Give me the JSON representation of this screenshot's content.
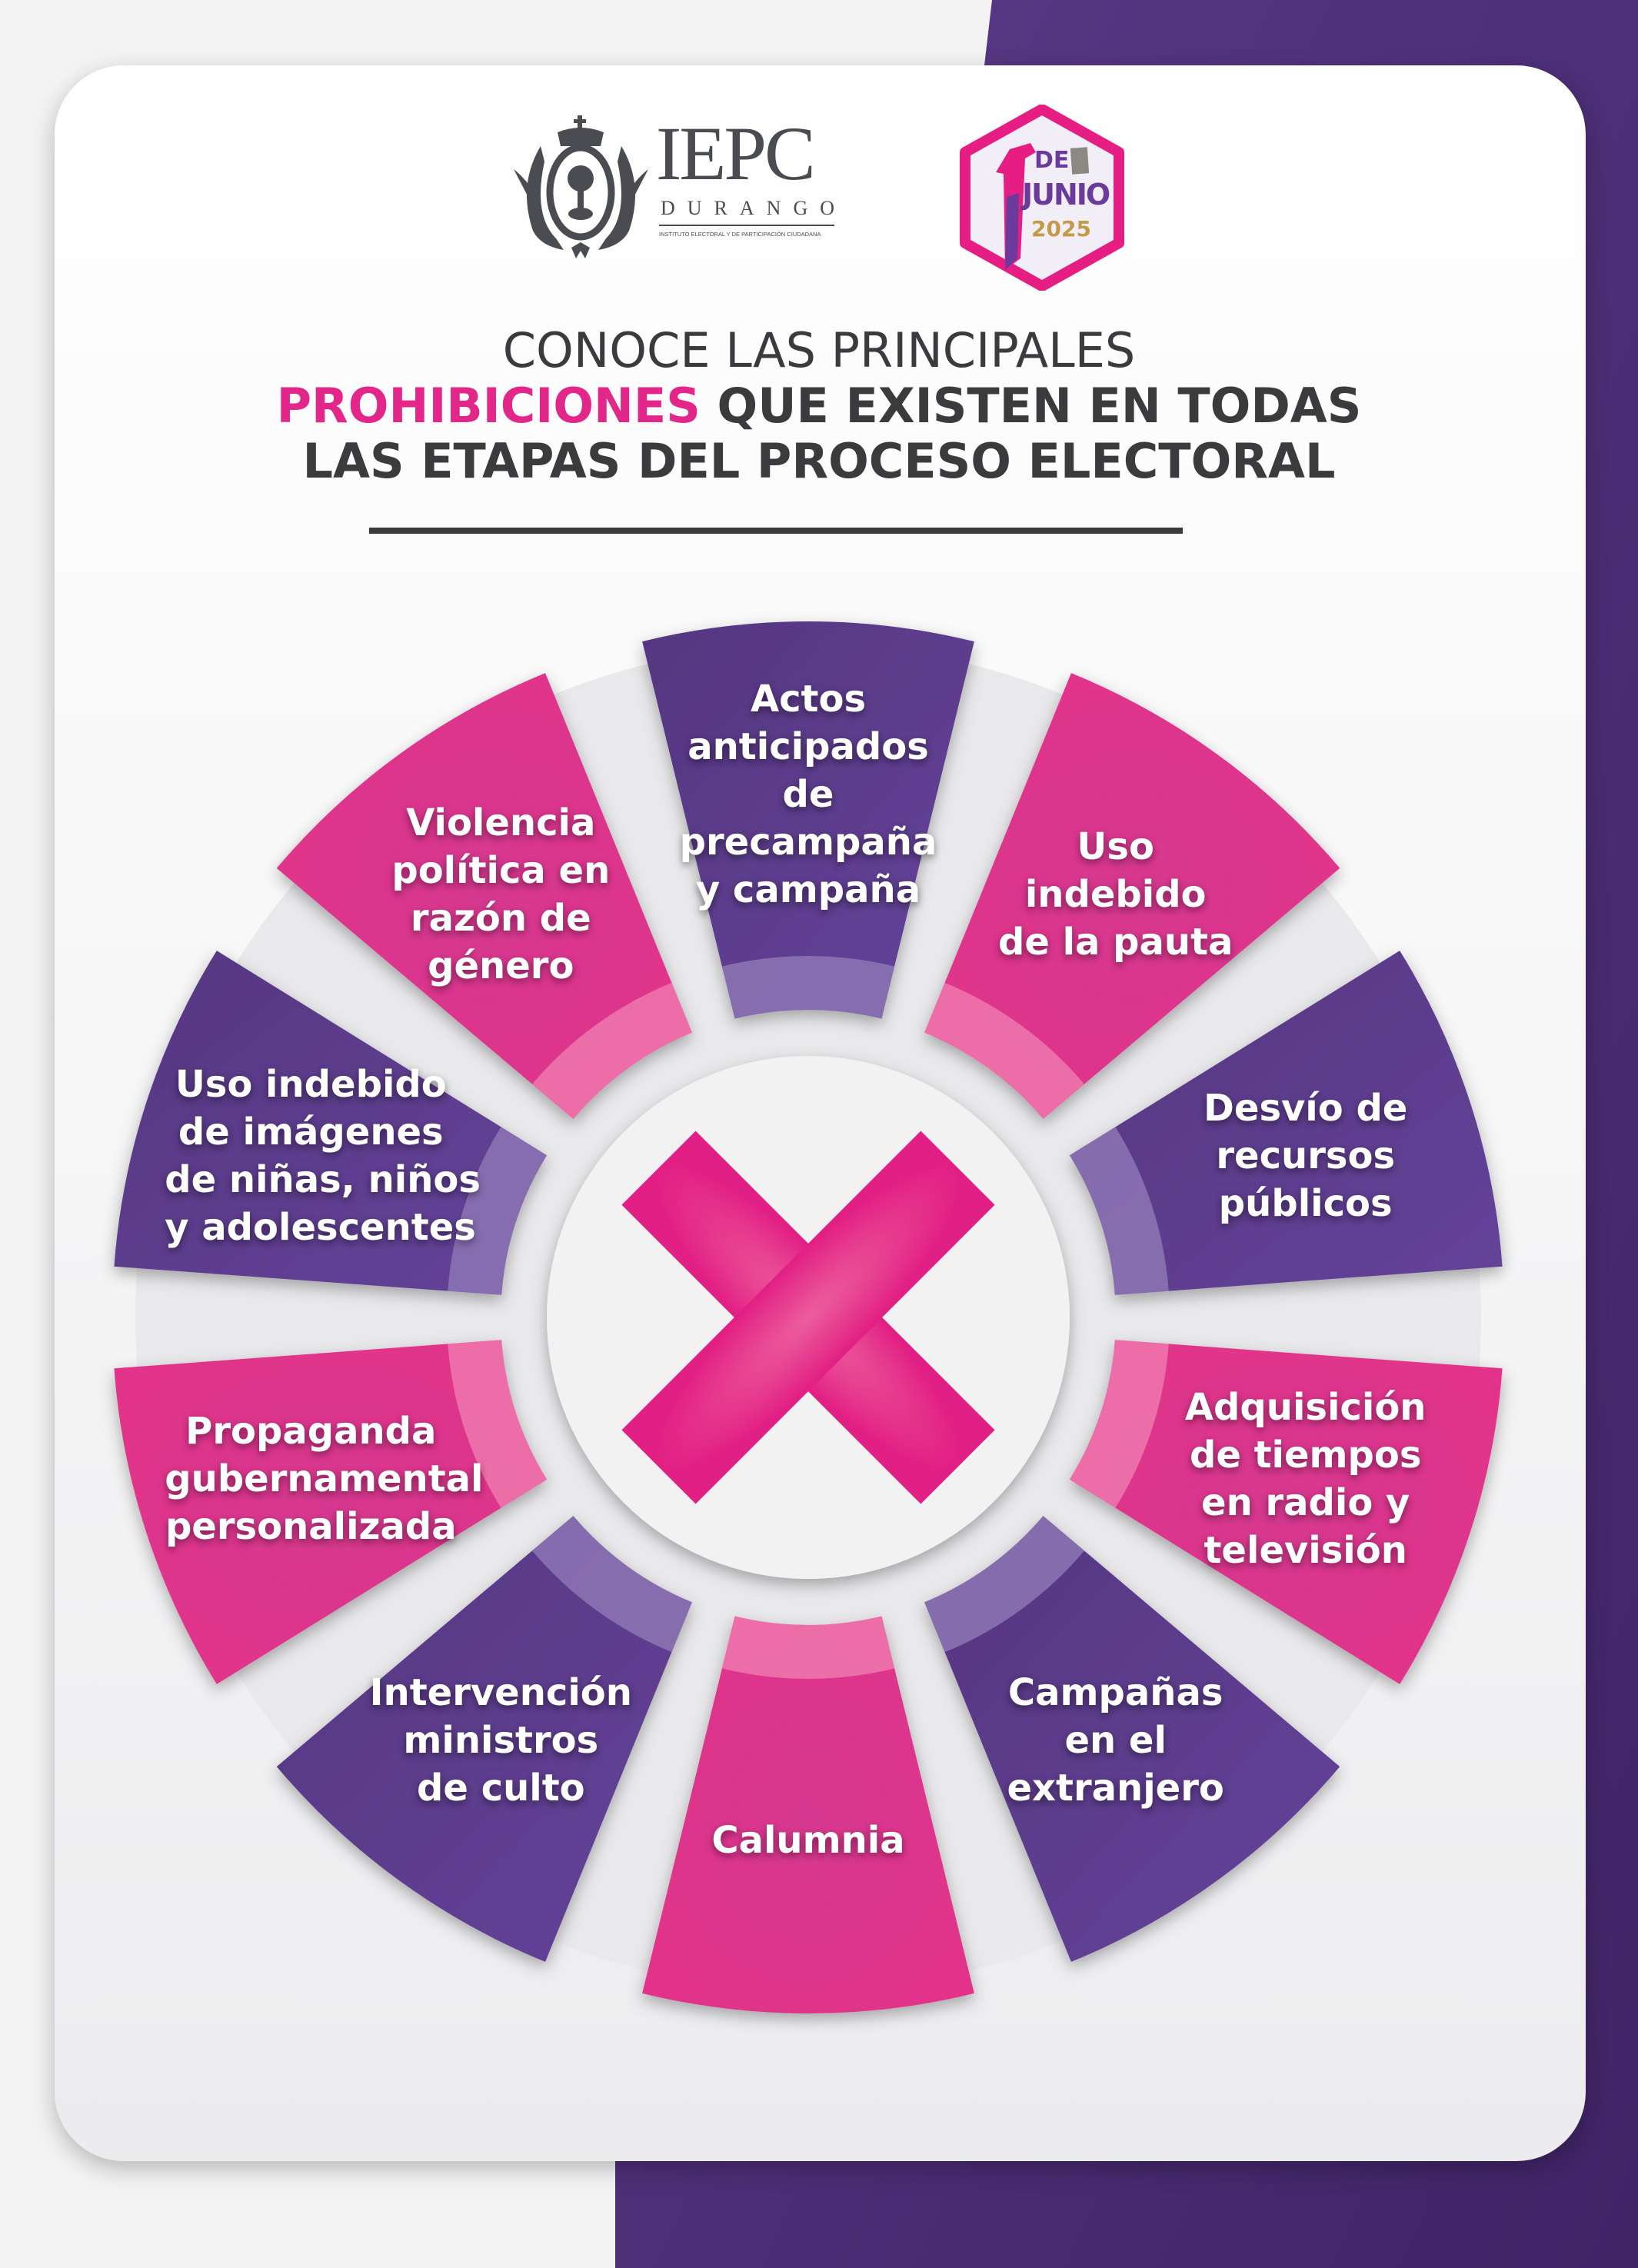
{
  "logos": {
    "iepc": {
      "name": "IEPC",
      "subtitle": "DURANGO",
      "tagline": "INSTITUTO ELECTORAL Y DE PARTICIPACIÓN CIUDADANA"
    },
    "election": {
      "day": "1",
      "de": "DE",
      "month": "JUNIO",
      "year": "2025"
    }
  },
  "title": {
    "line1": "CONOCE LAS PRINCIPALES",
    "highlight": "PROHIBICIONES",
    "line2_rest": " QUE EXISTEN EN TODAS",
    "line3": "LAS ETAPAS DEL PROCESO ELECTORAL"
  },
  "colors": {
    "pink": "#e2338a",
    "purple": "#5c3b8a",
    "accent": "#e3268a",
    "text": "#3b3b3e"
  },
  "center_icon": "x-mark-icon",
  "segments": [
    {
      "label": "Actos anticipados de precampaña y campaña",
      "lines": [
        "Actos",
        "anticipados",
        "de",
        "precampaña",
        "y campaña"
      ],
      "color": "purple"
    },
    {
      "label": "Uso indebido de la pauta",
      "lines": [
        "Uso",
        "indebido",
        "de la pauta"
      ],
      "color": "pink"
    },
    {
      "label": "Desvío de recursos públicos",
      "lines": [
        "Desvío de",
        "recursos",
        "públicos"
      ],
      "color": "purple"
    },
    {
      "label": "Adquisición de tiempos en radio y televisión",
      "lines": [
        "Adquisición",
        "de tiempos",
        "en radio y",
        "televisión"
      ],
      "color": "pink"
    },
    {
      "label": "Campañas en el extranjero",
      "lines": [
        "Campañas",
        "en el",
        "extranjero"
      ],
      "color": "purple"
    },
    {
      "label": "Calumnia",
      "lines": [
        "Calumnia"
      ],
      "color": "pink"
    },
    {
      "label": "Intervención ministros de culto",
      "lines": [
        "Intervención",
        "ministros",
        "de culto"
      ],
      "color": "purple"
    },
    {
      "label": "Propaganda gubernamental personalizada",
      "lines": [
        "Propaganda",
        "gubernamental",
        "personalizada"
      ],
      "color": "pink"
    },
    {
      "label": "Uso indebido de imágenes de niñas, niños y adolescentes",
      "lines": [
        "Uso indebido",
        "de imágenes",
        "de niñas, niños",
        "y adolescentes"
      ],
      "color": "purple"
    },
    {
      "label": "Violencia política en razón de género",
      "lines": [
        "Violencia",
        "política en",
        "razón de",
        "género"
      ],
      "color": "pink"
    }
  ]
}
